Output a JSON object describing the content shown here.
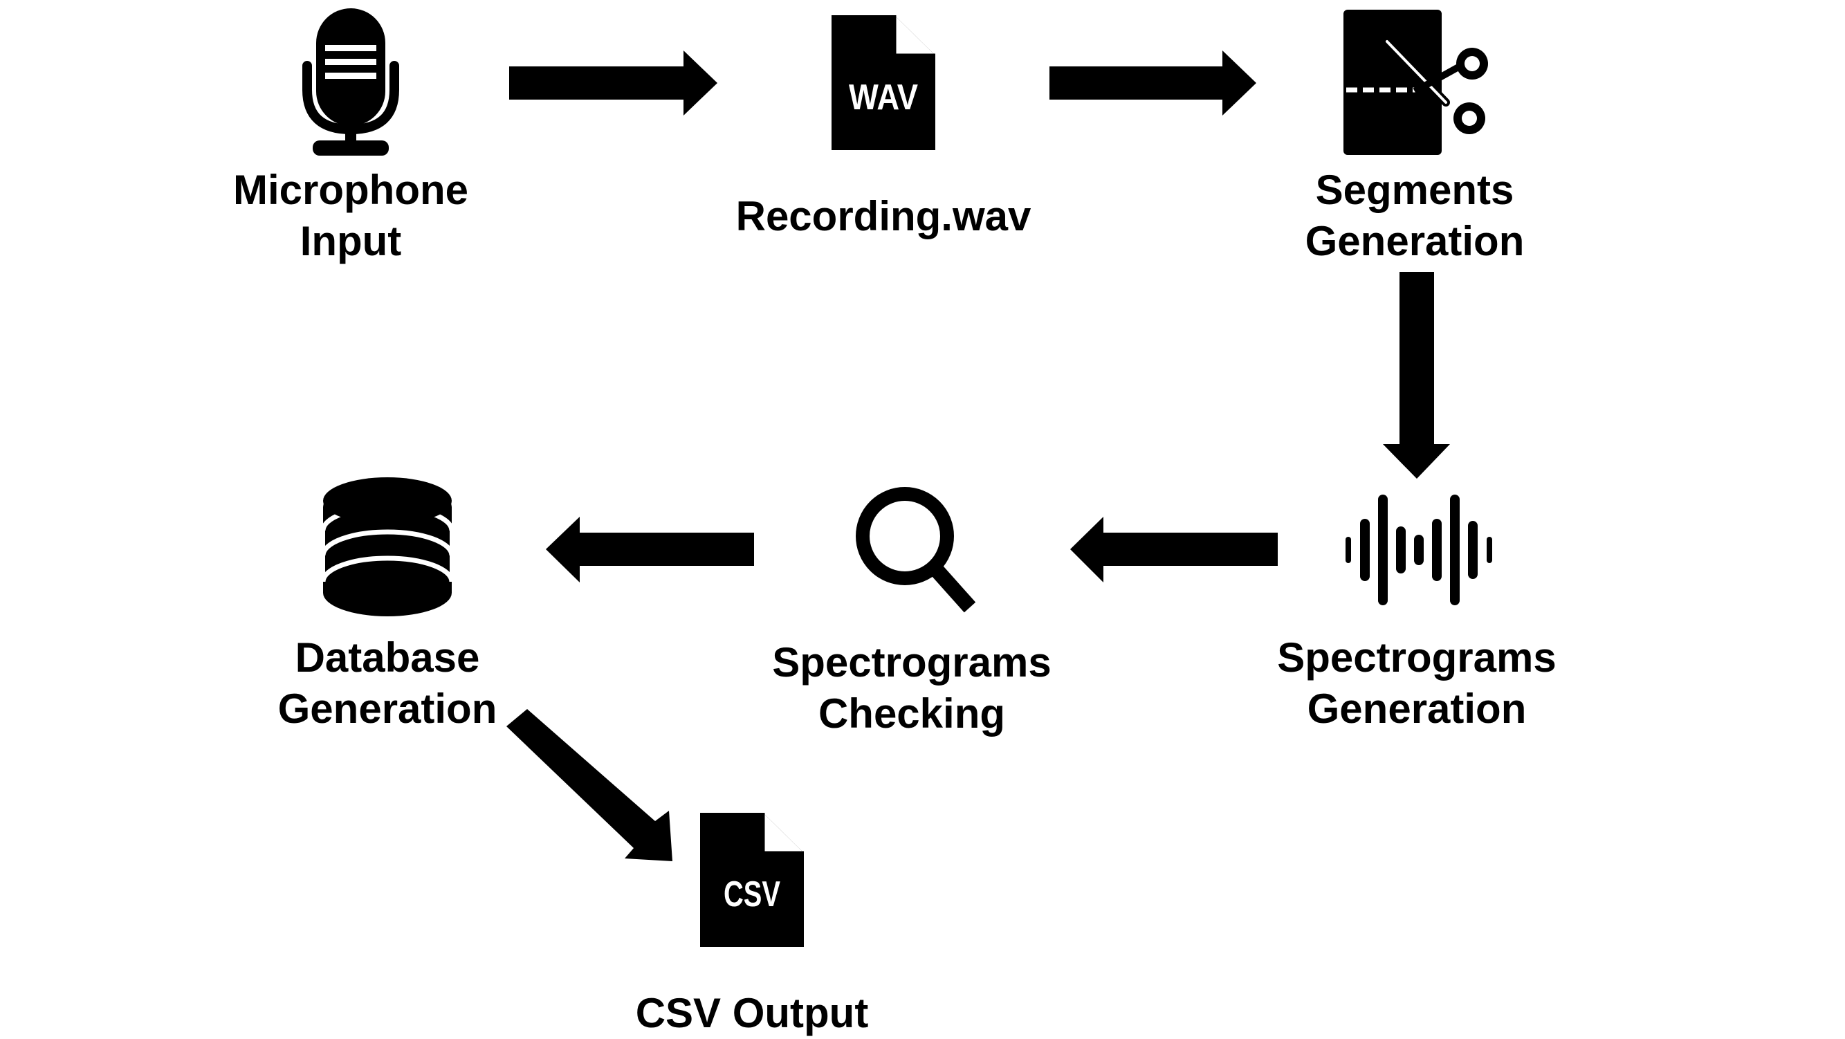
{
  "nodes": {
    "microphone": {
      "label": [
        "Microphone",
        "Input"
      ],
      "icon": "microphone-icon"
    },
    "recording": {
      "label": [
        "Recording.wav"
      ],
      "icon": "wav-file-icon",
      "badge": "WAV"
    },
    "segments": {
      "label": [
        "Segments",
        "Generation"
      ],
      "icon": "scissors-cut-icon"
    },
    "spectro_gen": {
      "label": [
        "Spectrograms",
        "Generation"
      ],
      "icon": "waveform-icon"
    },
    "spectro_check": {
      "label": [
        "Spectrograms",
        "Checking"
      ],
      "icon": "magnifier-icon"
    },
    "database": {
      "label": [
        "Database",
        "Generation"
      ],
      "icon": "database-icon"
    },
    "csv": {
      "label": [
        "CSV Output"
      ],
      "icon": "csv-file-icon",
      "badge": "CSV"
    }
  },
  "edges": [
    {
      "from": "microphone",
      "to": "recording"
    },
    {
      "from": "recording",
      "to": "segments"
    },
    {
      "from": "segments",
      "to": "spectro_gen"
    },
    {
      "from": "spectro_gen",
      "to": "spectro_check"
    },
    {
      "from": "spectro_check",
      "to": "database"
    },
    {
      "from": "database",
      "to": "csv"
    }
  ],
  "colors": {
    "ink": "#000000",
    "background": "#ffffff"
  }
}
